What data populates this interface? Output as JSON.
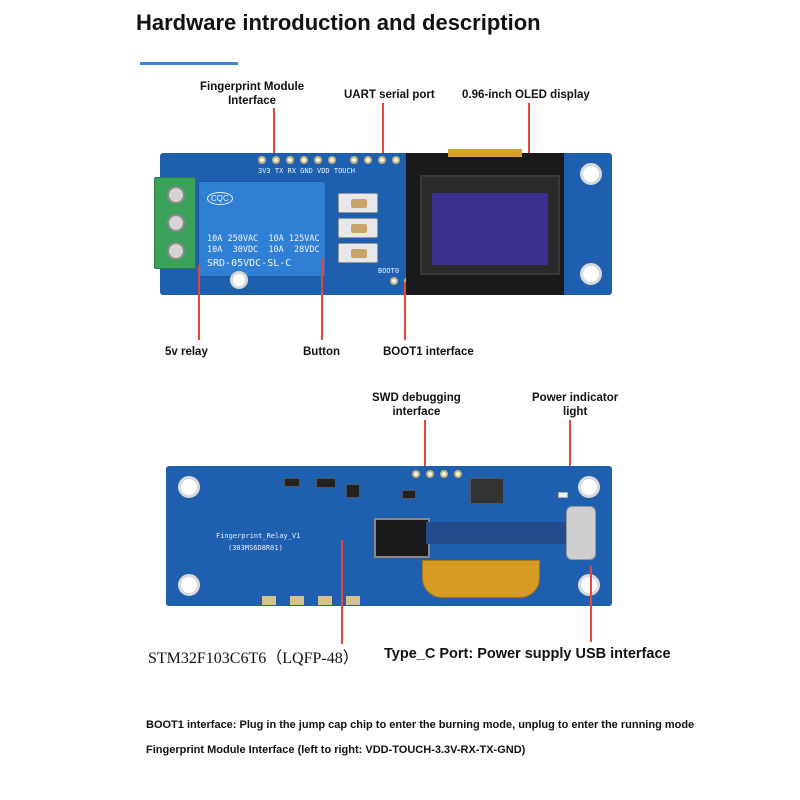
{
  "page": {
    "title": "Hardware introduction and description",
    "accent_color": "#3a86d8",
    "leader_color": "#e7473b",
    "board_color": "#1f5fb0"
  },
  "top_labels": {
    "fingerprint_interface": "Fingerprint Module\nInterface",
    "uart": "UART serial port",
    "oled": "0.96-inch OLED display",
    "relay": "5v relay",
    "button": "Button",
    "boot1": "BOOT1 interface"
  },
  "top_board": {
    "relay_brand": "CQC",
    "relay_lines": [
      "10A 250VAC  10A 125VAC",
      "10A  30VDC  10A  28VDC"
    ],
    "relay_model": "SRD-05VDC-SL-C",
    "header_silk": "3V3 TX RX GND VDD TOUCH",
    "boot_silk": "BOOT0"
  },
  "bottom_labels": {
    "swd": "SWD debugging\ninterface",
    "power_led": "Power indicator\nlight",
    "mcu": "STM32F103C6T6（LQFP-48）",
    "typec": "Type_C Port: Power supply USB interface"
  },
  "bottom_board": {
    "pcb_name": "Fingerprint_Relay_V1",
    "pcb_code": "(303MS6D8R01)"
  },
  "notes": [
    "BOOT1 interface: Plug in the jump cap chip to enter the burning mode, unplug to enter the running mode",
    "Fingerprint Module Interface (left to right: VDD-TOUCH-3.3V-RX-TX-GND)"
  ]
}
